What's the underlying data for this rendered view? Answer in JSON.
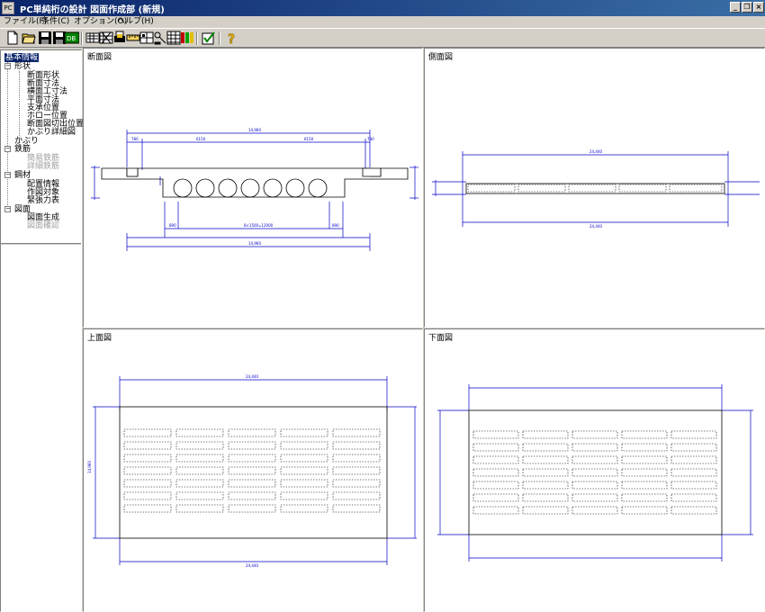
{
  "window": {
    "title": "PC単純桁の設計 図面作成部 (新規)",
    "minimize": "_",
    "restore": "❐",
    "close": "×"
  },
  "menu": [
    "ファイル(F)",
    "条件(C)",
    "オプション(O)",
    "ヘルプ(H)"
  ],
  "toolbar_icons": [
    "new-file-icon",
    "open-folder-icon",
    "save-icon",
    "save-as-icon",
    "export-icon",
    "keyboard-icon",
    "table-icon",
    "print-icon",
    "ruler-icon",
    "cross-section-icon",
    "tools-icon",
    "grid-icon",
    "color-bars-icon",
    "checkmark-icon",
    "help-icon"
  ],
  "tree": {
    "root": "基本情報",
    "keijo": {
      "label": "形状",
      "children": [
        "断面形状",
        "断面寸法",
        "横面工寸法",
        "平面寸法",
        "支承位置",
        "ホロー位置",
        "断面図切出位置",
        "かぶり詳細図"
      ]
    },
    "kaburi": "かぶり",
    "tekkin": {
      "label": "鉄筋",
      "children": [
        "簡易鉄筋",
        "詳細鉄筋"
      ]
    },
    "kozai": {
      "label": "鋼材",
      "children": [
        "配置情報",
        "作図対象",
        "緊張力表"
      ]
    },
    "zumen": {
      "label": "図面",
      "children": [
        "図面生成",
        "図面確認"
      ]
    }
  },
  "panes": {
    "section": "断面図",
    "side": "側面図",
    "top": "上面図",
    "bottom": "下面図"
  },
  "dimensions": {
    "overall": "14,960",
    "left_w": "780",
    "span_l": "6150",
    "span_r": "6150",
    "right_w": "780",
    "hollow": "8×1500=12000",
    "seg_a": "890",
    "seg_b": "890",
    "bottom_total": "14,960",
    "side_top": "24,440",
    "side_bottom": "24,440",
    "plan_top": "24,440",
    "plan_bottom": "24,440",
    "plan_height": "14,960"
  },
  "colors": {
    "dim": "#0000c8",
    "select": "#0a246a",
    "face": "#d4d0c8"
  }
}
